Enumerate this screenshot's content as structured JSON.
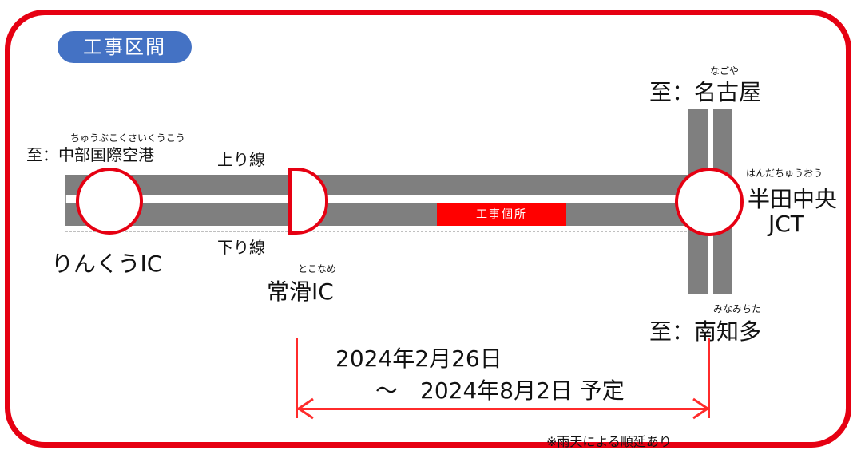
{
  "section_label": "工事区間",
  "direction_up": "上り線",
  "direction_down": "下り線",
  "construction_label": "工事個所",
  "rinku": {
    "name": "りんくうIC"
  },
  "tokoname": {
    "ruby": "とこなめ",
    "name": "常滑IC"
  },
  "airport": {
    "ruby": "ちゅうぶこくさいくうこう",
    "name": "至：中部国際空港"
  },
  "nagoya": {
    "ruby": "なごや",
    "name": "至：名古屋"
  },
  "handa": {
    "ruby": "はんだちゅうおう",
    "name_line1": "半田中央",
    "name_line2": "JCT"
  },
  "minamichita": {
    "ruby": "みなみちた",
    "name": "至：南知多"
  },
  "period": {
    "start": "2024年2月26日",
    "end": "～　2024年8月2日 予定"
  },
  "note": "※雨天による順延あり",
  "colors": {
    "frame": "#e60012",
    "badge": "#4472c4",
    "road": "#7f7f7f",
    "construction": "#ff0000"
  }
}
